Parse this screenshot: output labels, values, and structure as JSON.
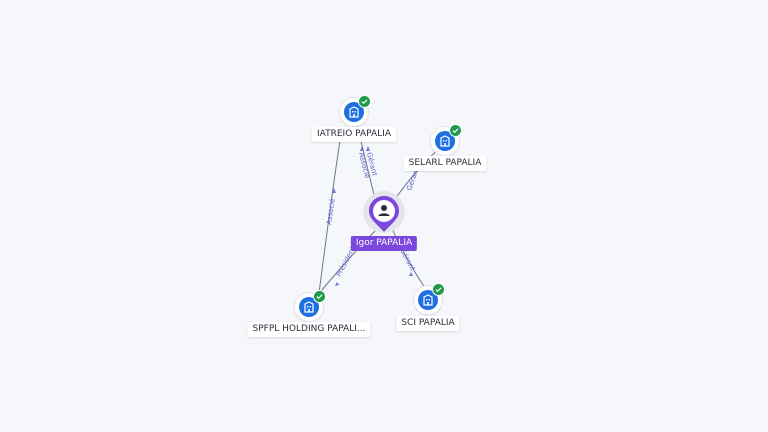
{
  "person": {
    "name": "Igor PAPALIA",
    "icon": "person-icon"
  },
  "companies": [
    {
      "id": "iatreio",
      "name": "IATREIO PAPALIA",
      "icon": "building-icon",
      "status": "verified-check-icon"
    },
    {
      "id": "selarl",
      "name": "SELARL PAPALIA",
      "icon": "building-icon",
      "status": "verified-check-icon"
    },
    {
      "id": "spfpl",
      "name": "SPFPL HOLDING PAPALI...",
      "icon": "building-icon",
      "status": "verified-check-icon"
    },
    {
      "id": "sci",
      "name": "SCI PAPALIA",
      "icon": "building-icon",
      "status": "verified-check-icon"
    }
  ],
  "edges": [
    {
      "from": "person",
      "to": "iatreio",
      "labels": [
        "Gérant",
        "Associé"
      ]
    },
    {
      "from": "person",
      "to": "selarl",
      "labels": [
        "Gérant"
      ]
    },
    {
      "from": "person",
      "to": "spfpl",
      "labels": [
        "Président"
      ]
    },
    {
      "from": "person",
      "to": "sci",
      "labels": [
        "Gérant"
      ]
    },
    {
      "from": "spfpl",
      "to": "iatreio",
      "labels": [
        "Associé"
      ]
    }
  ],
  "colors": {
    "company_node": "#1f6fe0",
    "verified_badge": "#1f9a4d",
    "person_pin": "#7b47dc",
    "edge_line": "#6b7691",
    "edge_label": "#5b63c9"
  }
}
